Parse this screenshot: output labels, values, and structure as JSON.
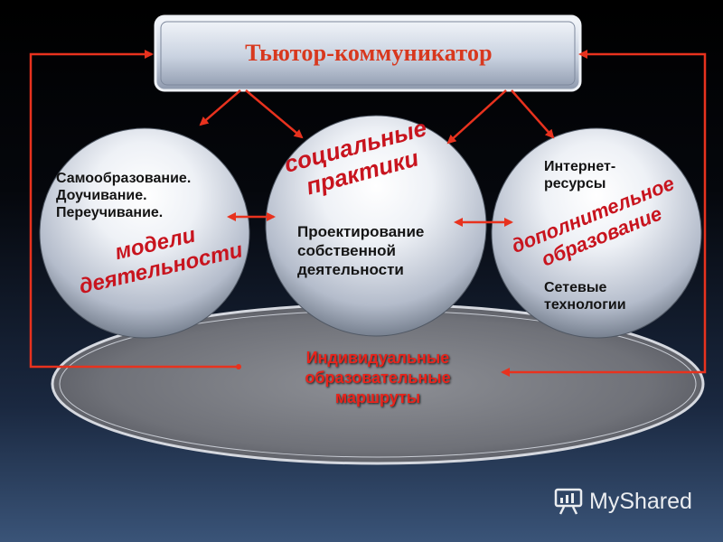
{
  "title": "Тьютор-коммуникатор",
  "left_circle": {
    "lines": [
      "Самообразование.",
      "Доучивание.",
      "Переучивание."
    ],
    "rotated": [
      "модели",
      "деятельности"
    ]
  },
  "center_circle": {
    "rotated": [
      "социальные",
      "практики"
    ],
    "lines": [
      "Проектирование",
      "собственной",
      "деятельности"
    ]
  },
  "right_circle": {
    "top_lines": [
      "Интернет-",
      "ресурсы"
    ],
    "rotated": [
      "дополнительное",
      "образование"
    ],
    "bottom_lines": [
      "Сетевые",
      "технологии"
    ]
  },
  "oval": {
    "lines": [
      "Индивидуальные",
      "образовательные",
      "маршруты"
    ]
  },
  "watermark": {
    "text": "MyShared"
  },
  "colors": {
    "arrow": "#e8321e",
    "title_text": "#d8381e",
    "rotated_text": "#c8141e",
    "oval_text": "#e8241c"
  }
}
